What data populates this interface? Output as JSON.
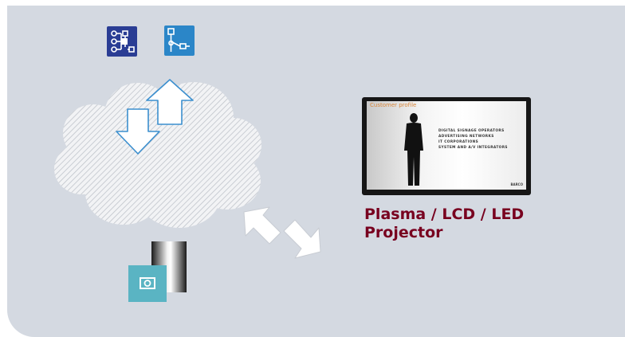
{
  "device": {
    "label_line1": "Plasma / LCD / LED",
    "label_line2": "Projector"
  },
  "screen_slide": {
    "title": "Customer profile",
    "lines": [
      "DIGITAL SIGNAGE OPERATORS",
      "ADVERTISING NETWORKS",
      "IT CORPORATIONS",
      "SYSTEM AND A/V INTEGRATORS"
    ],
    "brand": "BARCO"
  },
  "colors": {
    "panel_background": "#d4d9e1",
    "label_color": "#78001f",
    "tile_dark_blue": "#2a3d94",
    "tile_light_blue": "#2b86c8",
    "media_tile": "#5ab4c3"
  },
  "icons": {
    "tile_left": "network-tree-icon",
    "tile_right": "branch-tree-icon",
    "cloud": "cloud-icon",
    "media": "media-player-icon"
  }
}
